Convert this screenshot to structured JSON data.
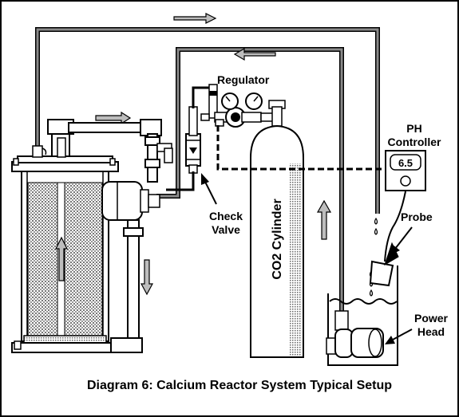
{
  "caption": "Diagram 6: Calcium Reactor System Typical Setup",
  "labels": {
    "regulator": "Regulator",
    "ph_line1": "PH",
    "ph_line2": "Controller",
    "ph_display": "6.5",
    "probe": "Probe",
    "check_line1": "Check",
    "check_line2": "Valve",
    "co2_cylinder": "CO2 Cylinder",
    "power_line1": "Power",
    "power_line2": "Head"
  },
  "colors": {
    "pipe_outer": "#000000",
    "pipe_inner": "#8a8a8a",
    "media_fill": "#bdbdbd",
    "background": "#ffffff"
  }
}
